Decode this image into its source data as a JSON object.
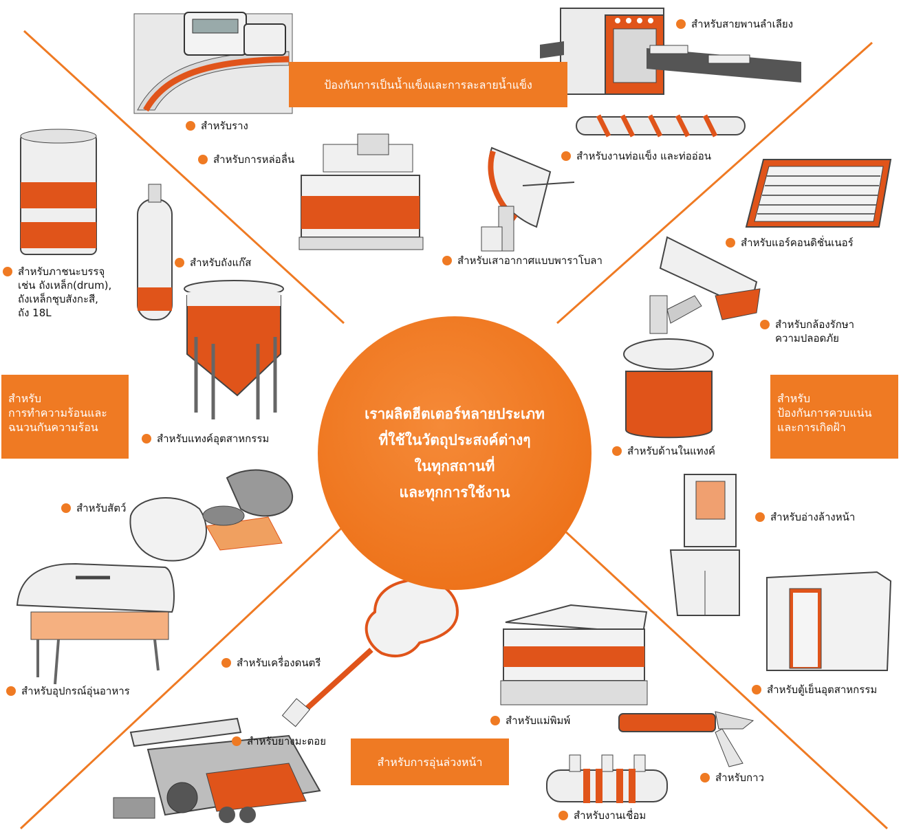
{
  "colors": {
    "accent": "#ef7a23",
    "heater": "#e0541a",
    "outline": "#333333",
    "fill": "#e6e6e6",
    "white": "#ffffff"
  },
  "center": {
    "lines": [
      "เราผลิตฮีตเตอร์หลายประเภท",
      "ที่ใช้ในวัตถุประสงค์ต่างๆ",
      "ในทุกสถานที่",
      "และทุกการใช้งาน"
    ]
  },
  "banners": {
    "top": "ป้องกันการเป็นน้ำแข็งและการละลายน้ำแข็ง",
    "left": [
      "สำหรับ",
      "การทำความร้อนและ",
      "ฉนวนกันความร้อน"
    ],
    "right": [
      "สำหรับ",
      "ป้องกันการควบแน่น",
      "และการเกิดฝ้า"
    ],
    "bottom": "สำหรับการอุ่นล่วงหน้า"
  },
  "labels": {
    "conveyor": "สำหรับสายพานลำเลียง",
    "rail": "สำหรับราง",
    "lubrication": "สำหรับการหล่อลื่น",
    "pipes": "สำหรับงานท่อแข็ง และท่ออ่อน",
    "aircon": "สำหรับแอร์คอนดิชั่นเนอร์",
    "parabola": "สำหรับเสาอากาศแบบพาราโบลา",
    "containers": [
      "สำหรับภาชนะบรรจุ",
      "เช่น ถังเหล็ก(drum),",
      "ถังเหล็กชุบสังกะสี,",
      "ถัง 18L"
    ],
    "gas_cylinder": "สำหรับถังแก๊ส",
    "camera": [
      "สำหรับกล้องรักษา",
      "ความปลอดภัย"
    ],
    "industrial_tank": "สำหรับแทงค์อุตสาหกรรม",
    "tank_inner": "สำหรับด้านในแทงค์",
    "animals": "สำหรับสัตว์",
    "washbasin": "สำหรับอ่างล้างหน้า",
    "food_warmer": "สำหรับอุปกรณ์อุ่นอาหาร",
    "instruments": "สำหรับเครื่องดนตรี",
    "mold": "สำหรับแม่พิมพ์",
    "fridge": "สำหรับตู้เย็นอุตสาหกรรม",
    "asphalt": "สำหรับยางมะตอย",
    "glue": "สำหรับกาว",
    "welding": "สำหรับงานเชื่อม"
  }
}
